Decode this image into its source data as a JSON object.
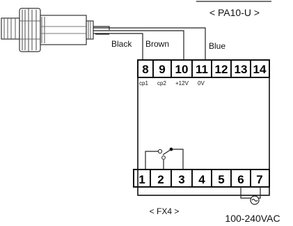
{
  "sensor_model": "< PA10-U >",
  "controller_model": "< FX4 >",
  "power_label": "100-240VAC",
  "wires": {
    "black": "Black",
    "brown": "Brown",
    "blue": "Blue"
  },
  "top_terminals": [
    "8",
    "9",
    "10",
    "11",
    "12",
    "13",
    "14"
  ],
  "bottom_terminals": [
    "1",
    "2",
    "3",
    "4",
    "5",
    "6",
    "7"
  ],
  "terminal_labels": [
    "cp1",
    "cp2",
    "+12V",
    "0V"
  ]
}
